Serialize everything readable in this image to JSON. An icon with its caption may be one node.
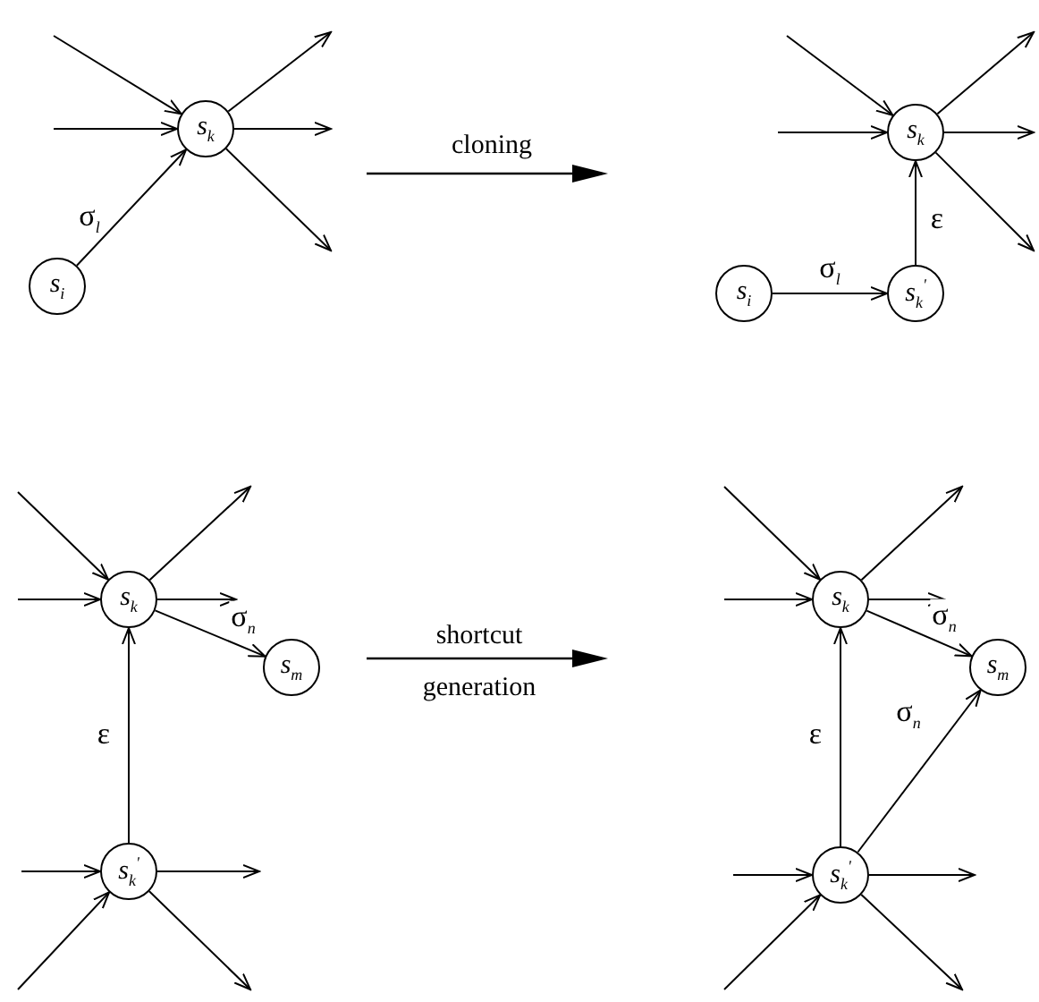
{
  "diagram": {
    "nodes": [
      {
        "text": [
          "s$_{k}$"
        ]
      },
      {
        "text": [
          "s$_{i}$"
        ]
      },
      {
        "text": [
          "s$_{k}$"
        ]
      },
      {
        "text": [
          "s$_{i}$"
        ]
      },
      {
        "text": [
          "s$_{k}$$^{'}$"
        ]
      },
      {
        "text": [
          "s$_{k}$"
        ]
      },
      {
        "text": [
          "s$_{m}$"
        ]
      },
      {
        "text": [
          "s$_{k}$$^{'}$"
        ]
      },
      {
        "text": [
          "s$_{k}$"
        ]
      },
      {
        "text": [
          "s$_{m}$"
        ]
      },
      {
        "text": [
          "s$_{k}$$^{'}$"
        ]
      }
    ],
    "edges": [
      {
        "from": null,
        "to": 0,
        "arrow": "to"
      },
      {
        "from": null,
        "to": 0,
        "arrow": "to"
      },
      {
        "from": 0,
        "to": null,
        "arrow": "to"
      },
      {
        "from": 0,
        "to": null,
        "arrow": "to"
      },
      {
        "from": 0,
        "to": null,
        "arrow": "to"
      },
      {
        "from": 1,
        "to": 0,
        "arrow": "to",
        "label": "σ$_{l}$"
      },
      {
        "from": null,
        "to": 2,
        "arrow": "to"
      },
      {
        "from": null,
        "to": 2,
        "arrow": "to"
      },
      {
        "from": 2,
        "to": null,
        "arrow": "to"
      },
      {
        "from": 2,
        "to": null,
        "arrow": "to"
      },
      {
        "from": 2,
        "to": null,
        "arrow": "to"
      },
      {
        "from": 3,
        "to": 4,
        "arrow": "to",
        "label": "σ$_{l}$"
      },
      {
        "from": 4,
        "to": 2,
        "arrow": "to",
        "label": "ε"
      },
      {
        "from": null,
        "to": 5,
        "arrow": "to"
      },
      {
        "from": null,
        "to": 5,
        "arrow": "to"
      },
      {
        "from": 5,
        "to": null,
        "arrow": "to"
      },
      {
        "from": 5,
        "to": null,
        "arrow": "to"
      },
      {
        "from": 5,
        "to": 6,
        "arrow": "to",
        "label": "σ$_{n}$"
      },
      {
        "from": 7,
        "to": 5,
        "arrow": "to",
        "label": "ε"
      },
      {
        "from": null,
        "to": 7,
        "arrow": "to"
      },
      {
        "from": null,
        "to": 7,
        "arrow": "to"
      },
      {
        "from": 7,
        "to": null,
        "arrow": "to"
      },
      {
        "from": 7,
        "to": null,
        "arrow": "to"
      },
      {
        "from": null,
        "to": 8,
        "arrow": "to"
      },
      {
        "from": null,
        "to": 8,
        "arrow": "to"
      },
      {
        "from": 8,
        "to": null,
        "arrow": "to"
      },
      {
        "from": 8,
        "to": null,
        "arrow": "to"
      },
      {
        "from": 8,
        "to": 9,
        "arrow": "to",
        "label": "σ$_{n}$"
      },
      {
        "from": 10,
        "to": 8,
        "arrow": "to",
        "label": "ε"
      },
      {
        "from": 10,
        "to": 9,
        "arrow": "to",
        "label": "σ$_{n}$"
      },
      {
        "from": null,
        "to": 10,
        "arrow": "to"
      },
      {
        "from": null,
        "to": 10,
        "arrow": "to"
      },
      {
        "from": 10,
        "to": null,
        "arrow": "to"
      },
      {
        "from": 10,
        "to": null,
        "arrow": "to"
      }
    ],
    "labels": [
      "cloning",
      "shortcut",
      "generation"
    ]
  }
}
